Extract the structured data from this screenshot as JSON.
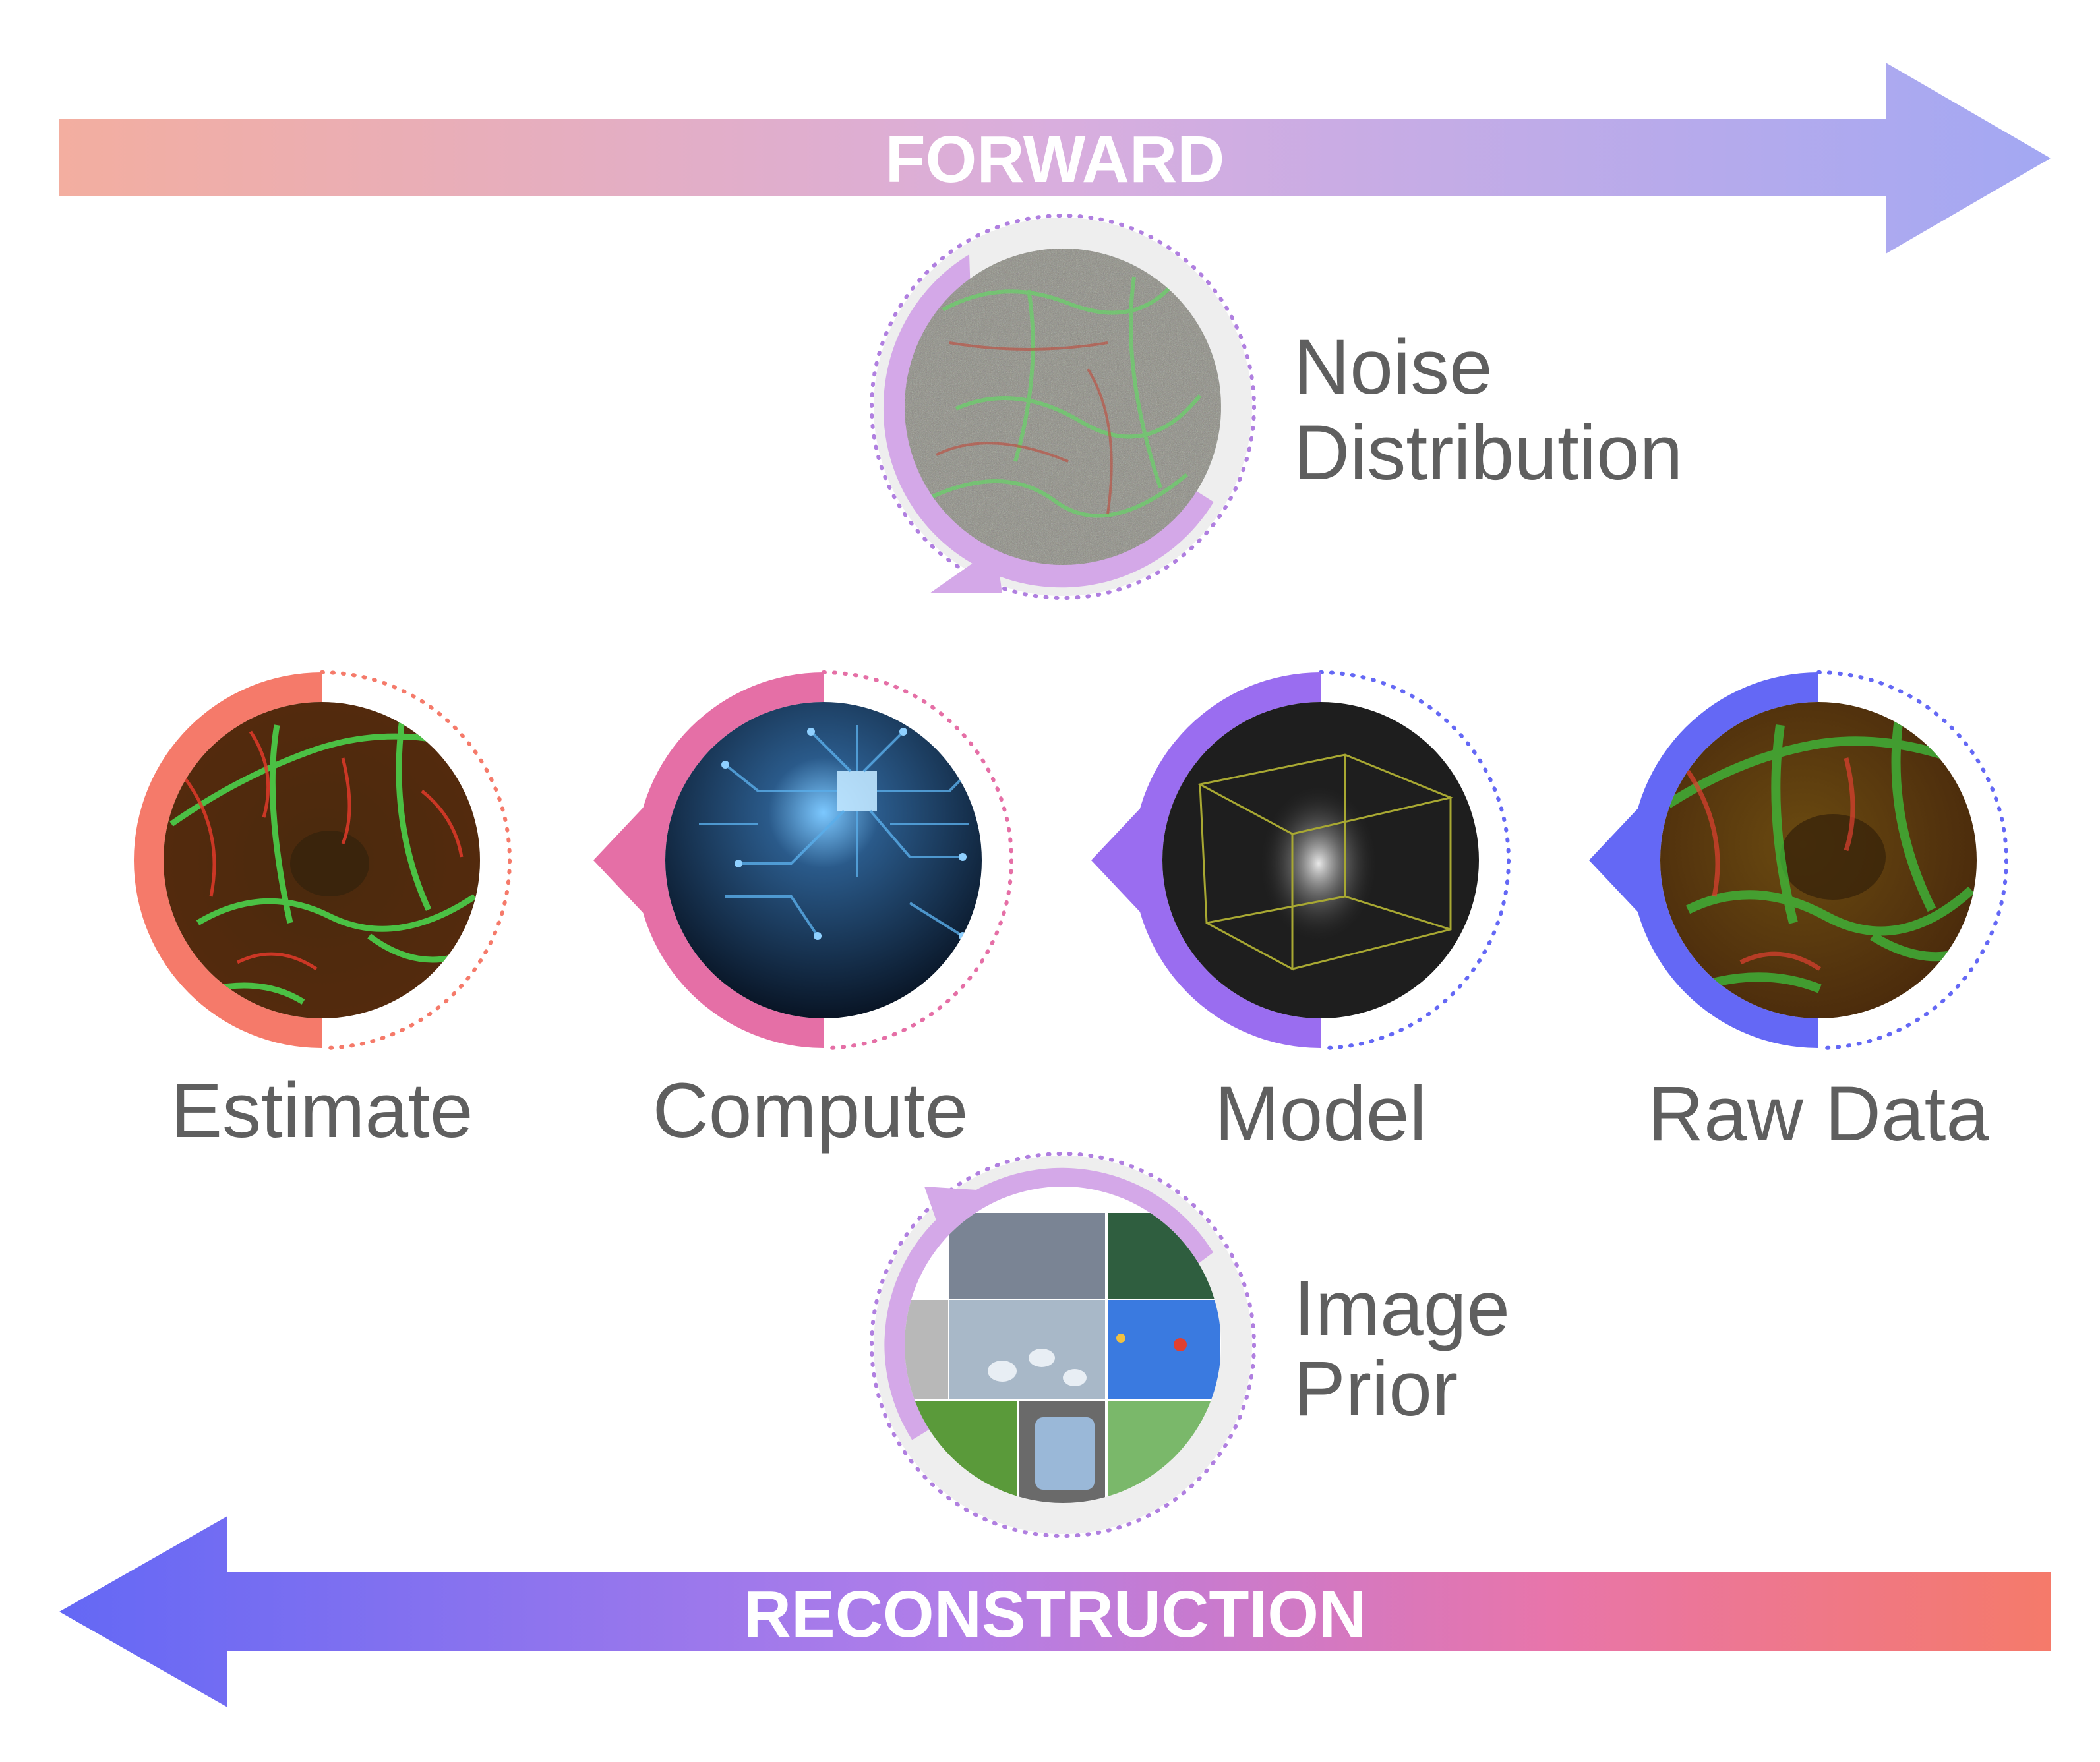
{
  "forward_arrow": {
    "label": "FORWARD"
  },
  "reconstruction_arrow": {
    "label": "RECONSTRUCTION"
  },
  "nodes": {
    "noise": {
      "label_line1": "Noise",
      "label_line2": "Distribution"
    },
    "estimate": {
      "label": "Estimate"
    },
    "compute": {
      "label": "Compute"
    },
    "model": {
      "label": "Model"
    },
    "raw": {
      "label": "Raw Data"
    },
    "prior": {
      "label_line1": "Image",
      "label_line2": "Prior"
    }
  },
  "colors": {
    "forward_start": "#f3aea0",
    "forward_mid": "#cfa8e6",
    "forward_end": "#a3a8f3",
    "recon_start": "#6468f5",
    "recon_mid": "#b27ee8",
    "recon_end": "#f57a6a",
    "estimate": "#f57a6a",
    "compute": "#e56fa6",
    "model": "#9a6df0",
    "raw": "#6468f5",
    "noise": "#d4a8e8",
    "prior": "#d4a8e8",
    "ring_grey": "#eeeeee"
  }
}
